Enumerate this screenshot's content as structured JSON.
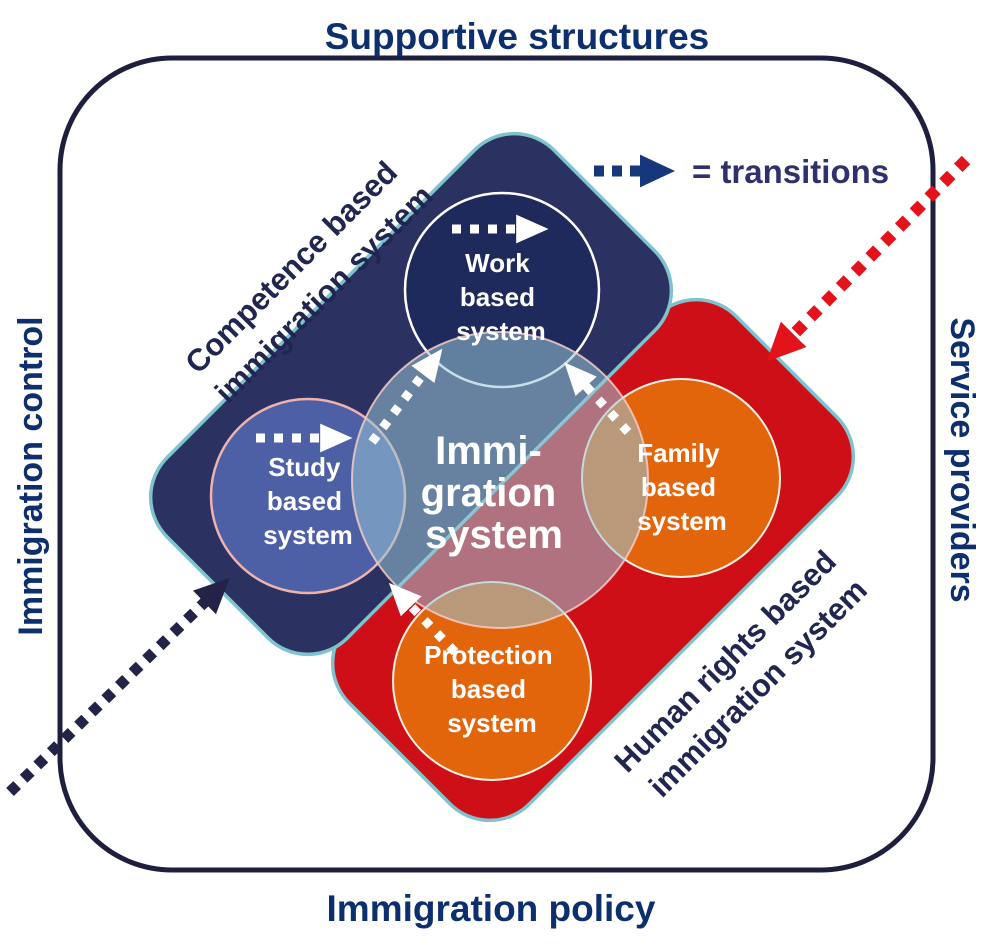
{
  "frame": {
    "top_label": "Supportive structures",
    "bottom_label": "Immigration policy",
    "left_label": "Immigration control",
    "right_label": "Service providers",
    "border_color": "#1e1e3e",
    "title_color": "#0d2f6e"
  },
  "legend": {
    "label": "= transitions",
    "arrow_color": "#16377c",
    "text_color": "#30306c"
  },
  "systems": {
    "competence": {
      "label_line1": "Competence based",
      "label_line2": "immigration system",
      "fill": "#2b3161",
      "border": "#7fc3ce"
    },
    "human_rights": {
      "label_line1": "Human rights based",
      "label_line2": "immigration system",
      "fill": "#cf0f17",
      "border": "#7fc3ce"
    }
  },
  "circles": {
    "center": {
      "lines": [
        "Immi-",
        "gration",
        "system"
      ],
      "fill": "rgba(152,196,213,0.55)",
      "border": "rgba(244,205,196,0.85)"
    },
    "work": {
      "lines": [
        "Work",
        "based",
        "system"
      ],
      "fill": "#1f2a5c",
      "border": "#ffffff"
    },
    "study": {
      "lines": [
        "Study",
        "based",
        "system"
      ],
      "fill": "#4d5fa5",
      "border": "#edb3ac"
    },
    "family": {
      "lines": [
        "Family",
        "based",
        "system"
      ],
      "fill": "#e2650c",
      "border": "#fdf3e6"
    },
    "protection": {
      "lines": [
        "Protection",
        "based",
        "system"
      ],
      "fill": "#e2650c",
      "border": "#fdf3e6"
    }
  },
  "arrows": {
    "transition_color": "#ffffff",
    "service_providers_color": "#e4121b",
    "immigration_control_color": "#232347"
  }
}
